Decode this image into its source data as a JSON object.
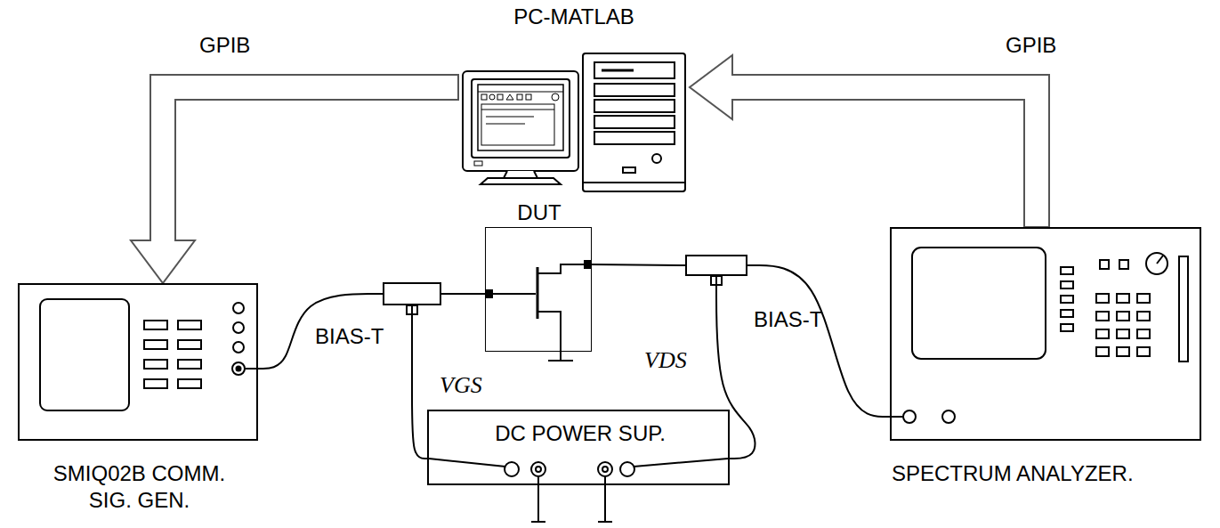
{
  "diagram": {
    "nodes": [
      {
        "text": [
          "PC-MATLAB"
        ]
      },
      {
        "text": [
          "SMIQ02B COMM. SIG. GEN."
        ]
      },
      {
        "text": [
          "BIAS-T"
        ]
      },
      {
        "text": [
          "DUT"
        ]
      },
      {
        "text": [
          "BIAS-T"
        ]
      },
      {
        "text": [
          "SPECTRUM ANALYZER."
        ]
      },
      {
        "text": [
          "DC POWER SUP."
        ]
      }
    ],
    "edges": [
      {
        "from": 0,
        "to": 1,
        "arrow": "to",
        "label": "GPIB"
      },
      {
        "from": 5,
        "to": 0,
        "arrow": "to",
        "label": "GPIB"
      },
      {
        "from": 1,
        "to": 2,
        "arrow": "none"
      },
      {
        "from": 2,
        "to": 3,
        "arrow": "none"
      },
      {
        "from": 3,
        "to": 4,
        "arrow": "none"
      },
      {
        "from": 4,
        "to": 5,
        "arrow": "none"
      },
      {
        "from": 2,
        "to": 6,
        "arrow": "none",
        "label": "VGS"
      },
      {
        "from": 4,
        "to": 6,
        "arrow": "none",
        "label": "VDS"
      }
    ]
  }
}
